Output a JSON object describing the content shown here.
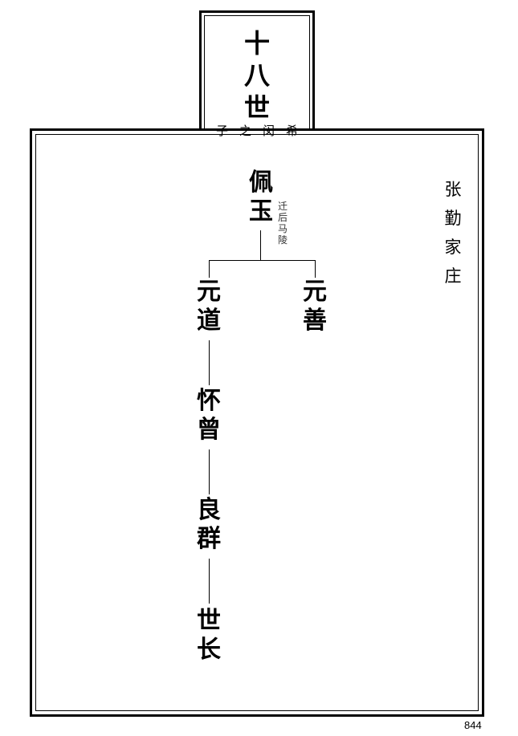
{
  "header": {
    "generation": [
      "十",
      "八",
      "世"
    ],
    "branch": "子之闵希"
  },
  "tree": {
    "root": {
      "name": [
        "佩",
        "玉"
      ],
      "note": [
        "迁",
        "后",
        "马",
        "陵"
      ]
    },
    "children": [
      {
        "name": [
          "元",
          "道"
        ]
      },
      {
        "name": [
          "元",
          "善"
        ]
      }
    ],
    "line": [
      {
        "name": [
          "怀",
          "曾"
        ]
      },
      {
        "name": [
          "良",
          "群"
        ]
      },
      {
        "name": [
          "世",
          "长"
        ]
      }
    ]
  },
  "place": [
    "张",
    "勤",
    "家",
    "庄"
  ],
  "page_number": "844"
}
